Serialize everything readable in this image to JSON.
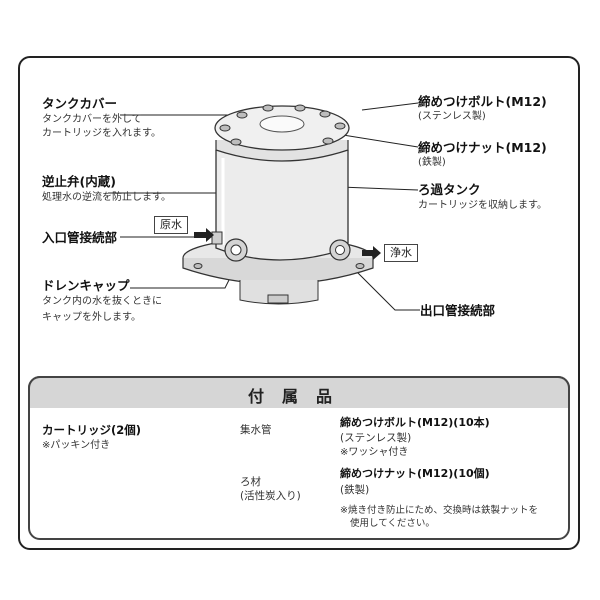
{
  "labels": {
    "tank_cover": {
      "title": "タンクカバー",
      "desc1": "タンクカバーを外して",
      "desc2": "カートリッジを入れます。"
    },
    "check_valve": {
      "title": "逆止弁(内蔵)",
      "desc": "処理水の逆流を防止します。"
    },
    "inlet": {
      "title": "入口管接続部"
    },
    "drain_cap": {
      "title": "ドレンキャップ",
      "desc1": "タンク内の水を抜くときに",
      "desc2": "キャップを外します。"
    },
    "bolt": {
      "title": "締めつけボルト(M12)",
      "desc": "(ステンレス製)"
    },
    "nut": {
      "title": "締めつけナット(M12)",
      "desc": "(鉄製)"
    },
    "filter_tank": {
      "title": "ろ過タンク",
      "desc": "カートリッジを収納します。"
    },
    "outlet": {
      "title": "出口管接続部"
    }
  },
  "tags": {
    "raw_water": "原水",
    "clean_water": "浄水"
  },
  "accessories": {
    "title": "付属品",
    "cartridge": {
      "title": "カートリッジ(2個)",
      "note": "※パッキン付き",
      "pipe": "集水管",
      "media1": "ろ材",
      "media2": "(活性炭入り)"
    },
    "bolt": {
      "title": "締めつけボルト(M12)(10本)",
      "desc": "(ステンレス製)",
      "note": "※ワッシャ付き"
    },
    "nut": {
      "title": "締めつけナット(M12)(10個)",
      "desc": "(鉄製)"
    },
    "footnote1": "※焼き付き防止にため、交換時は鉄製ナットを",
    "footnote2": "使用してください。"
  }
}
